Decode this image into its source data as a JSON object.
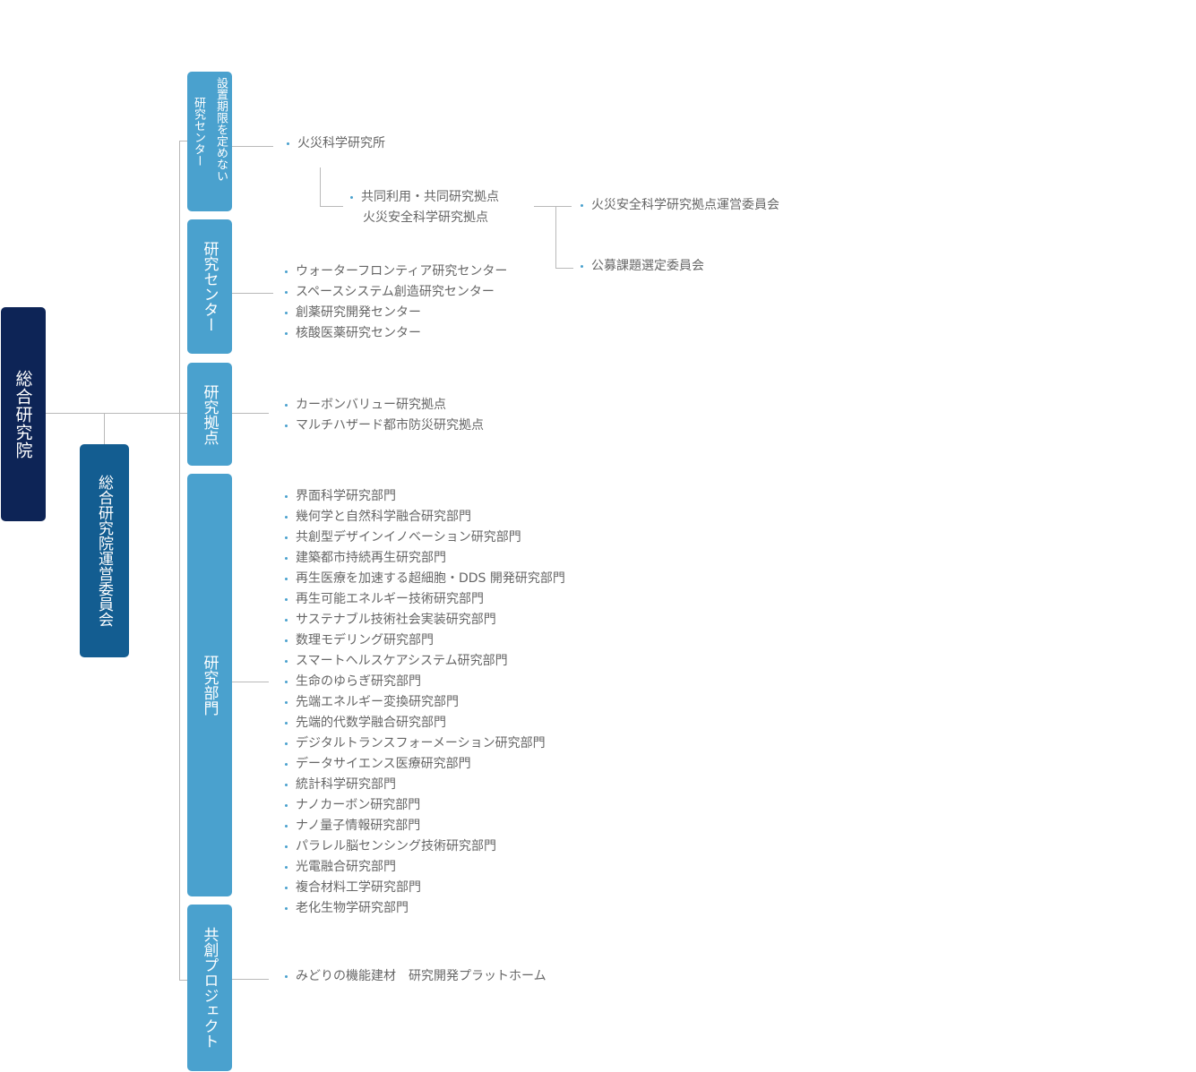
{
  "root": {
    "label": "総合研究院"
  },
  "committee": {
    "label": "総合研究院運営委員会"
  },
  "categories": [
    {
      "lines": [
        "設置期限を定めない",
        "研究センター"
      ]
    },
    {
      "label": "研究センター"
    },
    {
      "label": "研究拠点"
    },
    {
      "label": "研究部門"
    },
    {
      "label": "共創プロジェクト"
    }
  ],
  "unlimited_center": {
    "institute": "火災科学研究所",
    "base": [
      "共同利用・共同研究拠点",
      "火災安全科学研究拠点"
    ],
    "committees": [
      "火災安全科学研究拠点運営委員会",
      "公募課題選定委員会"
    ]
  },
  "research_centers": [
    "ウォーターフロンティア研究センター",
    "スペースシステム創造研究センター",
    "創薬研究開発センター",
    "核酸医薬研究センター"
  ],
  "research_bases": [
    "カーボンバリュー研究拠点",
    "マルチハザード都市防災研究拠点"
  ],
  "research_divisions": [
    "界面科学研究部門",
    "幾何学と自然科学融合研究部門",
    "共創型デザインイノベーション研究部門",
    "建築都市持続再生研究部門",
    "再生医療を加速する超細胞・DDS 開発研究部門",
    "再生可能エネルギー技術研究部門",
    "サステナブル技術社会実装研究部門",
    "数理モデリング研究部門",
    "スマートヘルスケアシステム研究部門",
    "生命のゆらぎ研究部門",
    "先端エネルギー変換研究部門",
    "先端的代数学融合研究部門",
    "デジタルトランスフォーメーション研究部門",
    "データサイエンス医療研究部門",
    "統計科学研究部門",
    "ナノカーボン研究部門",
    "ナノ量子情報研究部門",
    "パラレル脳センシング技術研究部門",
    "光電融合研究部門",
    "複合材料工学研究部門",
    "老化生物学研究部門"
  ],
  "co_creation_projects": [
    "みどりの機能建材　研究開発プラットホーム"
  ],
  "colors": {
    "root": "#0d2456",
    "committee": "#135d91",
    "category": "#4aa1ce",
    "connector": "#b9b9b9",
    "text": "#666666"
  }
}
